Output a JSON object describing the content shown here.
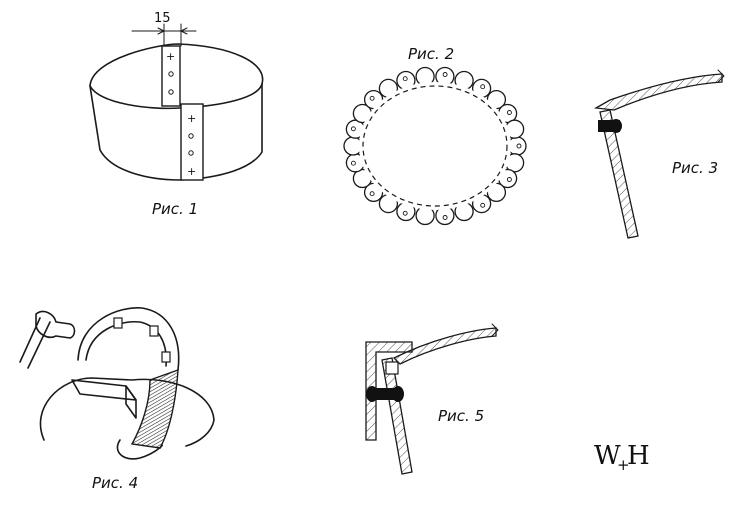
{
  "figures": {
    "fig1": {
      "caption": "Рис. 1",
      "dimension": "15"
    },
    "fig2": {
      "caption": "Рис. 2"
    },
    "fig3": {
      "caption": "Рис. 3"
    },
    "fig4": {
      "caption": "Рис. 4"
    },
    "fig5": {
      "caption": "Рис. 5"
    }
  },
  "monogram": {
    "left": "W",
    "plus": "+",
    "right": "H"
  },
  "icons": [
    "band-ring-drawing",
    "scalloped-oval-drawing",
    "riveted-joint-section",
    "ring-on-mandrel-drawing",
    "clamped-joint-section"
  ]
}
